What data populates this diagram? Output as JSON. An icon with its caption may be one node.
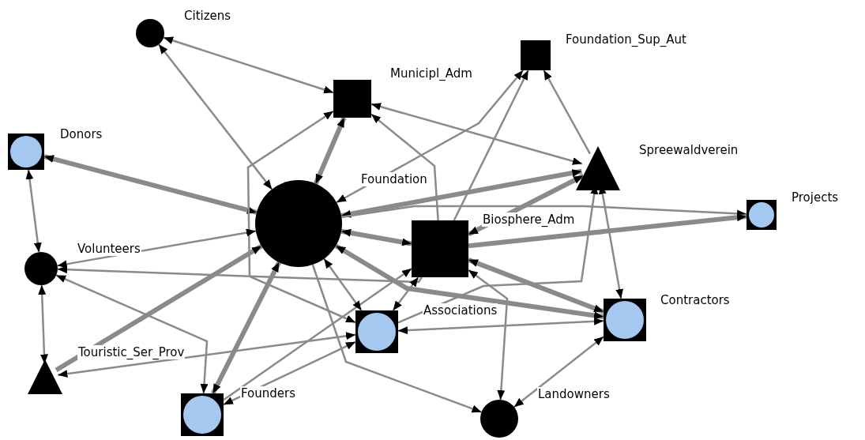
{
  "diagram": {
    "nodes": [
      {
        "text": [
          "Citizens"
        ]
      },
      {
        "text": [
          "Municipl_Adm"
        ]
      },
      {
        "text": [
          "Foundation_Sup_Aut"
        ]
      },
      {
        "text": [
          "Donors"
        ]
      },
      {
        "text": [
          "Spreewaldverein"
        ]
      },
      {
        "text": [
          "Foundation"
        ]
      },
      {
        "text": [
          "Projects"
        ]
      },
      {
        "text": [
          "Biosphere_Adm"
        ]
      },
      {
        "text": [
          "Volunteers"
        ]
      },
      {
        "text": [
          "Contractors"
        ]
      },
      {
        "text": [
          "Associations"
        ]
      },
      {
        "text": [
          "Touristic_Ser_Prov"
        ]
      },
      {
        "text": [
          "Founders"
        ]
      },
      {
        "text": [
          "Landowners"
        ]
      }
    ],
    "edges": [
      {
        "from": 0,
        "to": 1,
        "arrow": "both"
      },
      {
        "from": 0,
        "to": 5,
        "arrow": "both"
      },
      {
        "from": 3,
        "to": 5,
        "arrow": "both",
        "style": "thick"
      },
      {
        "from": 3,
        "to": 8,
        "arrow": "both"
      },
      {
        "from": 1,
        "to": 5,
        "arrow": "both",
        "style": "thick"
      },
      {
        "from": 1,
        "to": 4,
        "arrow": "both"
      },
      {
        "from": 10,
        "to": 1,
        "arrow": "both"
      },
      {
        "from": 7,
        "to": 1,
        "arrow": "to"
      },
      {
        "from": 5,
        "to": 2,
        "arrow": "both"
      },
      {
        "from": 7,
        "to": 2,
        "arrow": "to"
      },
      {
        "from": 4,
        "to": 2,
        "arrow": "to"
      },
      {
        "from": 5,
        "to": 4,
        "arrow": "both",
        "style": "thick"
      },
      {
        "from": 7,
        "to": 4,
        "arrow": "both",
        "style": "thick"
      },
      {
        "from": 10,
        "to": 4,
        "arrow": "to"
      },
      {
        "from": 4,
        "to": 9,
        "arrow": "both"
      },
      {
        "from": 5,
        "to": 7,
        "arrow": "both",
        "style": "thick"
      },
      {
        "from": 5,
        "to": 6,
        "arrow": "to"
      },
      {
        "from": 7,
        "to": 6,
        "arrow": "to",
        "style": "thick"
      },
      {
        "from": 5,
        "to": 9,
        "arrow": "both",
        "style": "thick"
      },
      {
        "from": 7,
        "to": 9,
        "arrow": "both",
        "style": "thick"
      },
      {
        "from": 8,
        "to": 5,
        "arrow": "both"
      },
      {
        "from": 7,
        "to": 8,
        "arrow": "to"
      },
      {
        "from": 11,
        "to": 5,
        "arrow": "to",
        "style": "thick"
      },
      {
        "from": 8,
        "to": 11,
        "arrow": "both"
      },
      {
        "from": 8,
        "to": 12,
        "arrow": "both"
      },
      {
        "from": 5,
        "to": 12,
        "arrow": "both",
        "style": "thick"
      },
      {
        "from": 10,
        "to": 11,
        "arrow": "both"
      },
      {
        "from": 12,
        "to": 10,
        "arrow": "both"
      },
      {
        "from": 12,
        "to": 7,
        "arrow": "to"
      },
      {
        "from": 5,
        "to": 10,
        "arrow": "both"
      },
      {
        "from": 5,
        "to": 13,
        "arrow": "to"
      },
      {
        "from": 7,
        "to": 13,
        "arrow": "both"
      },
      {
        "from": 10,
        "to": 7,
        "arrow": "both"
      },
      {
        "from": 10,
        "to": 9,
        "arrow": "both"
      },
      {
        "from": 13,
        "to": 9,
        "arrow": "both"
      }
    ]
  }
}
